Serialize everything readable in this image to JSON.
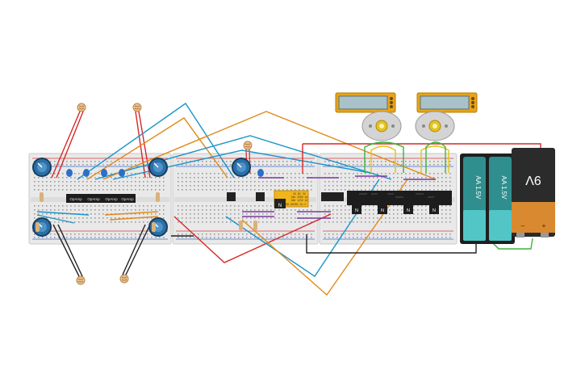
{
  "colors": {
    "board": "#e9e9e9",
    "board_edge": "#c9c9c9",
    "hole": "#9a9a9a",
    "rail_red": "#d33a3a",
    "rail_blue": "#3a6fd3",
    "wire_red": "#d62828",
    "wire_blue": "#1b95c9",
    "wire_orange": "#e08a1a",
    "wire_black": "#222222",
    "wire_purple": "#7a3aa0",
    "wire_yellow": "#e4c21a",
    "wire_green": "#3db33d",
    "chip": "#1d1d1d",
    "battery_aa_teal": "#2f8f8f",
    "battery_aa_cap": "#52c6c6",
    "battery_9v_body": "#2b2b2b",
    "battery_9v_label": "#d9892f",
    "lcd_frame": "#e8a417",
    "lcd_screen": "#a9c1c9",
    "motor_body": "#cfcfcf",
    "motor_hub": "#e5c320",
    "relay_body": "#f2b519",
    "pot_blue": "#2a6fa8"
  },
  "components": {
    "op_amp_chips": [
      {
        "label": "OpAmp"
      },
      {
        "label": "OpAmp"
      },
      {
        "label": "OpAmp"
      },
      {
        "label": "OpAmp"
      }
    ],
    "relay": {
      "lines": [
        "5V DC 3V",
        "10A 250V AC",
        "10A 125V AC",
        "SRD-05VDC-SL-C"
      ]
    },
    "batteries_aa": [
      {
        "label": "AA 1.5V"
      },
      {
        "label": "AA 1.5V"
      }
    ],
    "battery_9v": {
      "label": "9V",
      "minus": "–",
      "plus": "+"
    },
    "mosfets": [
      {
        "label": "N"
      },
      {
        "label": "N"
      },
      {
        "label": "N"
      },
      {
        "label": "N"
      }
    ],
    "relay_marker": "N"
  }
}
